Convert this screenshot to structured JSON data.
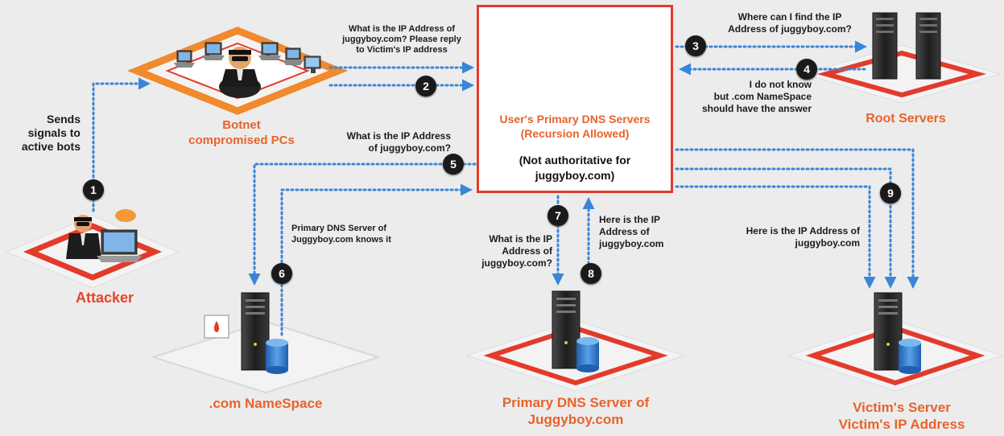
{
  "colors": {
    "arrow": "#3a86d6",
    "platform_red": "#e23b2c",
    "platform_orange": "#f08a2c",
    "accent_orange": "#e8632a"
  },
  "dns_box": {
    "title_line1": "User's Primary  DNS Servers",
    "title_line2": "(Recursion Allowed)",
    "note_line1": "(Not authoritative  for",
    "note_line2": "juggyboy.com)"
  },
  "captions": {
    "botnet_line1": "Botnet",
    "botnet_line2": "compromised PCs",
    "attacker": "Attacker",
    "root": "Root Servers",
    "namespace": ".com NameSpace",
    "primary_line1": "Primary DNS Server of",
    "primary_line2": "Juggyboy.com",
    "victim_line1": "Victim's Server",
    "victim_line2": "Victim's IP Address"
  },
  "messages": {
    "m1": [
      "Sends",
      "signals to",
      "active bots"
    ],
    "m2": [
      "What is the IP Address of",
      "juggyboy.com? Please reply",
      "to Victim's IP address"
    ],
    "m3": [
      "Where can I find the IP",
      "Address of juggyboy.com?"
    ],
    "m4": [
      "I do not know",
      "but .com NameSpace",
      "should have the answer"
    ],
    "m5": [
      "What is the IP Address",
      "of juggyboy.com?"
    ],
    "m6": [
      "Primary DNS Server of",
      "Juggyboy.com knows it"
    ],
    "m7": [
      "What is the IP",
      "Address of",
      "juggyboy.com?"
    ],
    "m8": [
      "Here is the IP",
      "Address of",
      "juggyboy.com"
    ],
    "m9": [
      "Here is the IP Address of",
      "juggyboy.com"
    ]
  },
  "steps": [
    "1",
    "2",
    "3",
    "4",
    "5",
    "6",
    "7",
    "8",
    "9"
  ],
  "icons": [
    "server-icon",
    "database-icon",
    "laptop-icon",
    "hacker-icon",
    "document-icon"
  ]
}
